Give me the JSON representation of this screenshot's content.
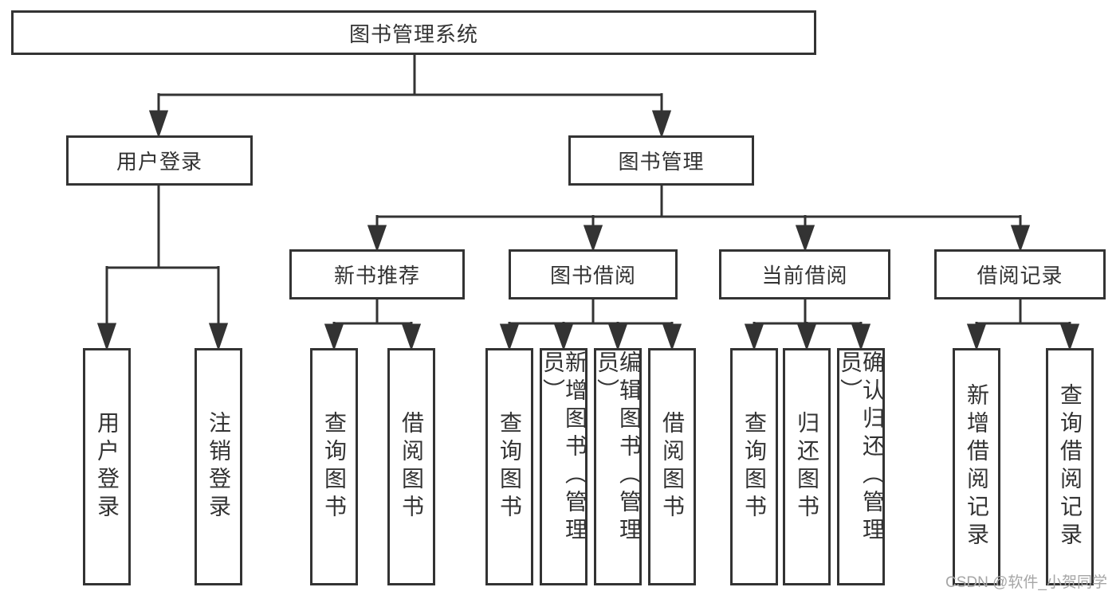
{
  "diagram": {
    "type": "hierarchy",
    "colors": {
      "line": "#333333",
      "border": "#333333",
      "text": "#333333",
      "background": "#ffffff",
      "watermark": "#a6a6a6"
    },
    "root": {
      "label": "图书管理系统"
    },
    "level2": [
      {
        "label": "用户登录"
      },
      {
        "label": "图书管理"
      }
    ],
    "level3": [
      {
        "label": "新书推荐",
        "parent": "图书管理"
      },
      {
        "label": "图书借阅",
        "parent": "图书管理"
      },
      {
        "label": "当前借阅",
        "parent": "图书管理"
      },
      {
        "label": "借阅记录",
        "parent": "图书管理"
      }
    ],
    "leaves": [
      {
        "label": "用户登录",
        "parent": "用户登录"
      },
      {
        "label": "注销登录",
        "parent": "用户登录"
      },
      {
        "label": "查询图书",
        "parent": "新书推荐"
      },
      {
        "label": "借阅图书",
        "parent": "新书推荐"
      },
      {
        "label": "查询图书",
        "parent": "图书借阅"
      },
      {
        "label": "新增图书（管理员）",
        "parent": "图书借阅"
      },
      {
        "label": "编辑图书（管理员）",
        "parent": "图书借阅"
      },
      {
        "label": "借阅图书",
        "parent": "图书借阅"
      },
      {
        "label": "查询图书",
        "parent": "当前借阅"
      },
      {
        "label": "归还图书",
        "parent": "当前借阅"
      },
      {
        "label": "确认归还（管理员）",
        "parent": "当前借阅"
      },
      {
        "label": "新增借阅记录",
        "parent": "借阅记录"
      },
      {
        "label": "查询借阅记录",
        "parent": "借阅记录"
      }
    ],
    "watermark": "CSDN @软件_小贺同学"
  }
}
